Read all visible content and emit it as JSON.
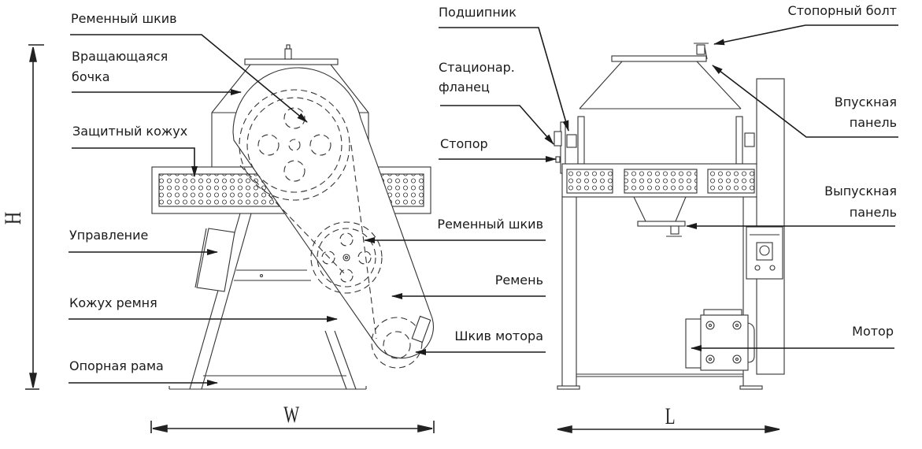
{
  "diagram": {
    "type": "technical-drawing",
    "subject": "drum mixer — side and front views",
    "views": [
      "side-view",
      "front-view"
    ],
    "dimensions": {
      "height": "H",
      "width": "W",
      "length": "L"
    },
    "left_labels": [
      {
        "id": "belt-pulley-top",
        "text": "Ременный шкив"
      },
      {
        "id": "rotating-drum",
        "text_line1": "Вращающаяся",
        "text_line2": "бочка"
      },
      {
        "id": "protective-cover",
        "text": "Защитный кожух"
      },
      {
        "id": "control",
        "text": "Управление"
      },
      {
        "id": "belt-cover",
        "text": "Кожух ремня"
      },
      {
        "id": "support-frame",
        "text": "Опорная рама"
      }
    ],
    "middle_labels": [
      {
        "id": "belt-pulley-mid",
        "text": "Ременный шкив"
      },
      {
        "id": "belt",
        "text": "Ремень"
      },
      {
        "id": "motor-pulley",
        "text": "Шкив мотора"
      }
    ],
    "front_left_labels": [
      {
        "id": "bearing",
        "text": "Подшипник"
      },
      {
        "id": "stationary-flange",
        "text_line1": "Стационар.",
        "text_line2": "фланец"
      },
      {
        "id": "stopper",
        "text": "Стопор"
      }
    ],
    "right_labels": [
      {
        "id": "stop-bolt",
        "text": "Стопорный болт"
      },
      {
        "id": "inlet-panel",
        "text_line1": "Впускная",
        "text_line2": "панель"
      },
      {
        "id": "outlet-panel",
        "text_line1": "Выпускная",
        "text_line2": "панель"
      },
      {
        "id": "motor",
        "text": "Мотор"
      }
    ]
  }
}
